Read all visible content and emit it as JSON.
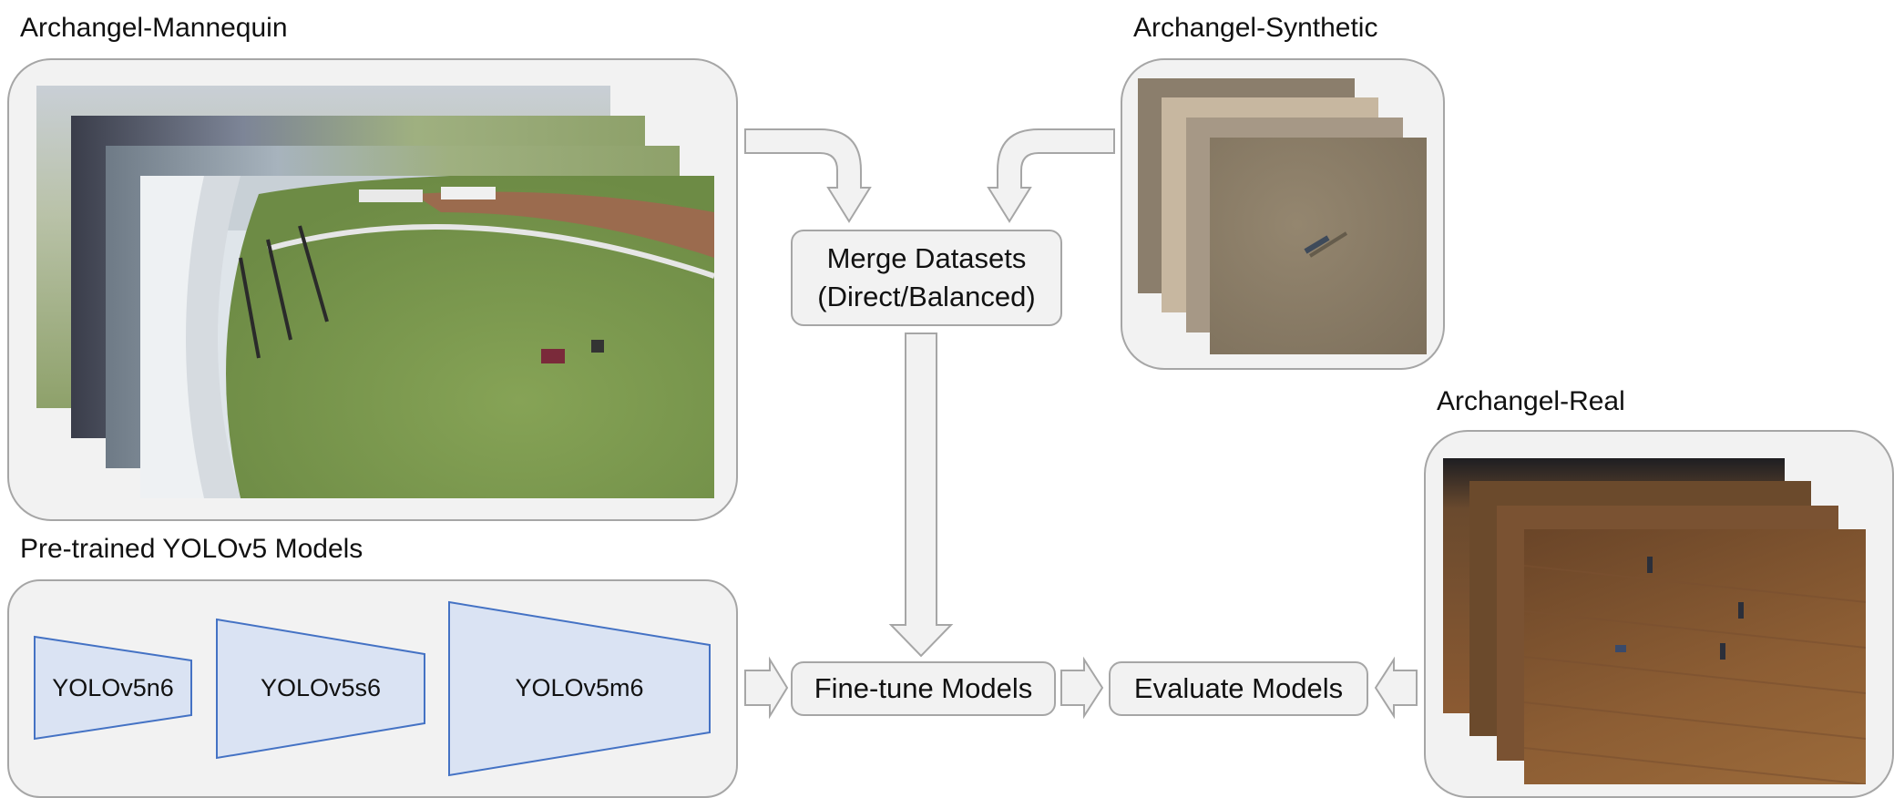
{
  "titles": {
    "mannequin": "Archangel-Mannequin",
    "synthetic": "Archangel-Synthetic",
    "real": "Archangel-Real",
    "pretrained": "Pre-trained YOLOv5 Models"
  },
  "nodes": {
    "merge_line1": "Merge Datasets",
    "merge_line2": "(Direct/Balanced)",
    "finetune": "Fine-tune Models",
    "evaluate": "Evaluate Models"
  },
  "models": [
    {
      "label": "YOLOv5n6"
    },
    {
      "label": "YOLOv5s6"
    },
    {
      "label": "YOLOv5m6"
    }
  ],
  "colors": {
    "panel_fill": "#f2f2f2",
    "panel_border": "#a6a6a6",
    "model_fill": "#dae3f3",
    "model_border": "#4472c4",
    "arrow_fill": "#f2f2f2",
    "arrow_border": "#a6a6a6"
  }
}
